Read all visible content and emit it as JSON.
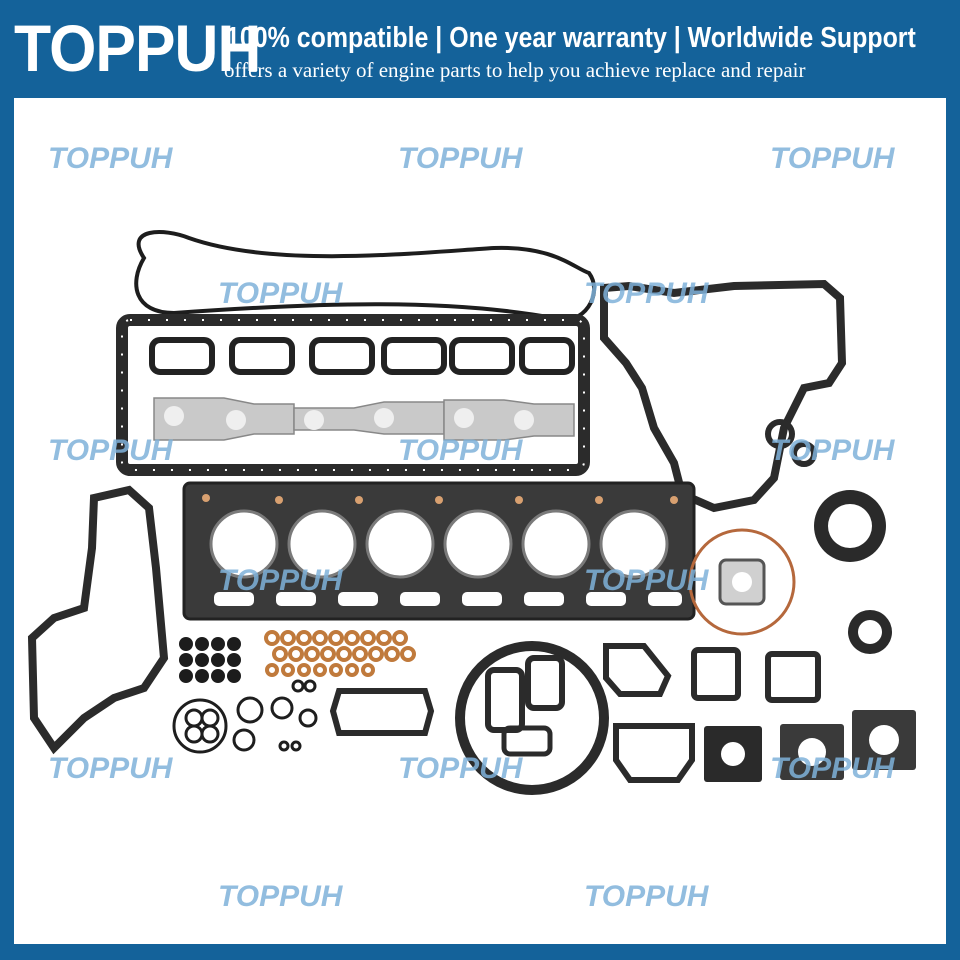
{
  "banner": {
    "brand": "TOPPUH",
    "tagline": "100% compatible | One year warranty | Worldwide Support",
    "subline": "offers a variety of engine parts to help you achieve replace and repair"
  },
  "watermark": {
    "text": "TOPPUH"
  },
  "colors": {
    "banner_blue": "#14629a",
    "gasket_dark": "#2b2b2b",
    "copper": "#c07a3c",
    "watermark_blue": "#7fb2da"
  }
}
